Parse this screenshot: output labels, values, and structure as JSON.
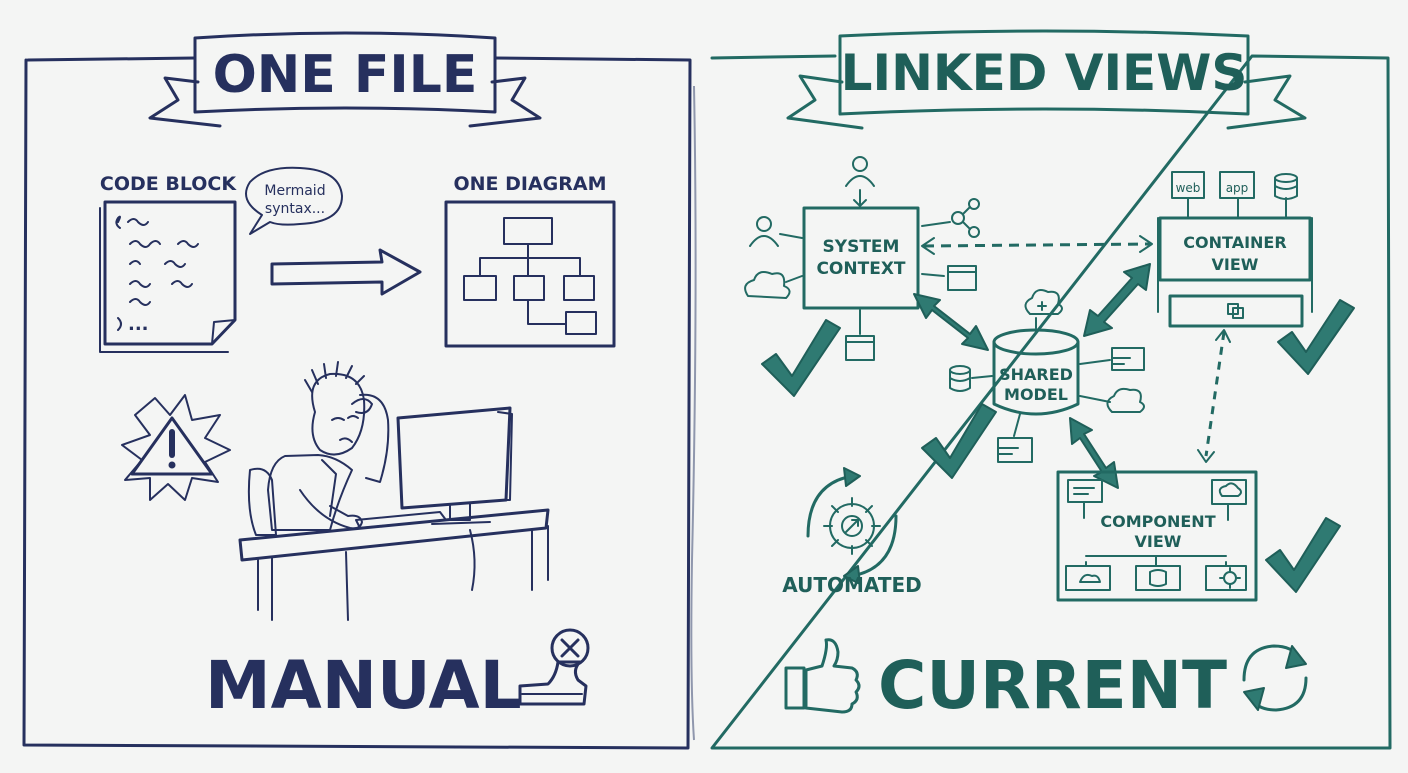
{
  "left": {
    "banner": "ONE FILE",
    "code_label": "CODE BLOCK",
    "bubble_line1": "Mermaid",
    "bubble_line2": "syntax...",
    "diagram_label": "ONE DIAGRAM",
    "footer": "MANUAL"
  },
  "right": {
    "banner": "LINKED VIEWS",
    "system_line1": "SYSTEM",
    "system_line2": "CONTEXT",
    "container_line1": "CONTAINER",
    "container_line2": "VIEW",
    "shared_line1": "SHARED",
    "shared_line2": "MODEL",
    "component_line1": "COMPONENT",
    "component_line2": "VIEW",
    "web_label": "web",
    "app_label": "app",
    "automated": "AUTOMATED",
    "footer": "CURRENT"
  },
  "colors": {
    "navy": "#26305e",
    "teal": "#226a63",
    "paper": "#f4f5f4"
  },
  "icons": [
    "warning-icon",
    "person-icon",
    "cloud-icon",
    "share-icon",
    "browser-icon",
    "database-icon",
    "mail-icon",
    "gear-icon",
    "thumbs-up-icon",
    "refresh-icon",
    "stamp-icon",
    "checkmark-icon"
  ]
}
